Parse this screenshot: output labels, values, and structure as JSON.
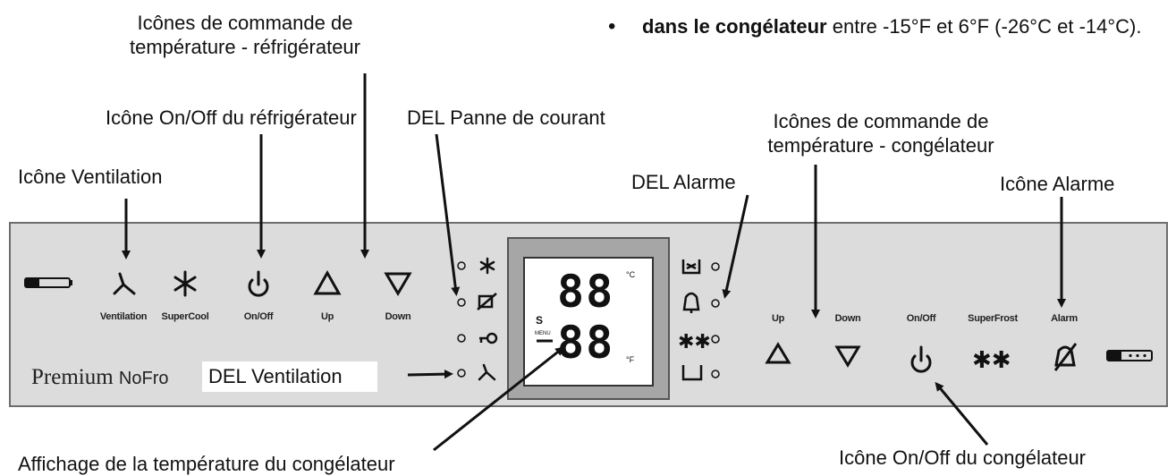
{
  "callouts": {
    "fridge_temp_controls": [
      "Icônes de commande de",
      "température - réfrigérateur"
    ],
    "fridge_onoff": "Icône On/Off du réfrigérateur",
    "ventilation_icon": "Icône Ventilation",
    "power_failure_led": "DEL Panne de courant",
    "alarm_led": "DEL Alarme",
    "freezer_temp_controls": [
      "Icônes de commande de",
      "température - congélateur"
    ],
    "alarm_icon": "Icône Alarme",
    "ventilation_led": "DEL Ventilation",
    "freezer_display": "Affichage de la température du congélateur",
    "freezer_onoff": "Icône On/Off du congélateur"
  },
  "bullet": {
    "bold": "dans le congélateur",
    "rest": " entre -15°F et 6°F (-26°C et -14°C)."
  },
  "panel": {
    "left_buttons": [
      "Ventilation",
      "SuperCool",
      "On/Off",
      "Up",
      "Down"
    ],
    "right_buttons": [
      "Up",
      "Down",
      "On/Off",
      "SuperFrost",
      "Alarm"
    ],
    "display": {
      "top_digits": "88",
      "bottom_digits": "88",
      "unit_c": "°C",
      "unit_f": "°F",
      "s_label": "S",
      "menu_label": "MENU"
    },
    "brand": "Premium",
    "brand_sub": "NoFro"
  },
  "icons": [
    "battery-icon",
    "fan-icon",
    "snowflake-icon",
    "power-icon",
    "up-triangle-icon",
    "down-triangle-icon",
    "bell-crossed-icon",
    "double-snowflake-icon",
    "key-icon",
    "bell-icon",
    "water-icon",
    "bucket-icon"
  ]
}
